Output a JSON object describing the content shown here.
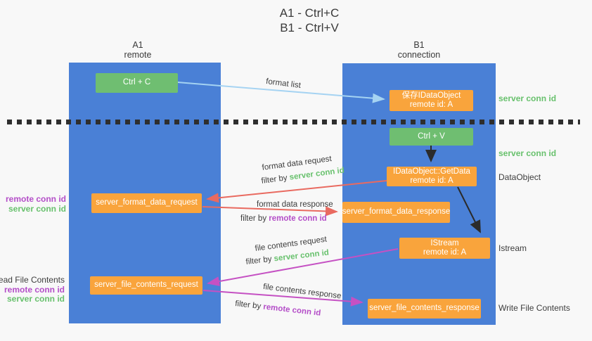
{
  "title": {
    "line1": "A1 - Ctrl+C",
    "line2": "B1 - Ctrl+V"
  },
  "lifelines": {
    "left": {
      "name": "A1",
      "role": "remote"
    },
    "right": {
      "name": "B1",
      "role": "connection"
    }
  },
  "boxes": {
    "ctrl_c": {
      "label": "Ctrl + C"
    },
    "save_dataobject": {
      "line1": "保存IDataObject",
      "line2": "remote id: A"
    },
    "ctrl_v": {
      "label": "Ctrl + V"
    },
    "getdata": {
      "line1": "IDataObject::GetData",
      "line2": "remote id: A"
    },
    "format_request": {
      "label": "server_format_data_request"
    },
    "format_response": {
      "label": "server_format_data_response"
    },
    "istream": {
      "line1": "IStream",
      "line2": "remote id: A"
    },
    "file_request": {
      "label": "server_file_contents_request"
    },
    "file_response": {
      "label": "server_file_contents_response"
    }
  },
  "terms": {
    "filter_by": "filter by",
    "server_conn_id": "server conn id",
    "remote_conn_id": "remote conn id"
  },
  "flow_labels": {
    "format_list": "format list",
    "format_data_request": "format data request",
    "format_data_response": "format data response",
    "file_contents_request": "file contents request",
    "file_contents_response": "file contents response"
  },
  "side_labels": {
    "read_file_contents": "Read File Contents",
    "write_file_contents": "Write File Contents",
    "dataobject": "DataObject",
    "istream": "Istream"
  },
  "colors": {
    "lifeline_blue": "#4a80d6",
    "action_green": "#6fbe71",
    "message_orange": "#f9a43c",
    "arrow_blue": "#a5d3f2",
    "arrow_red": "#e96a60",
    "arrow_magenta": "#c551c3",
    "arrow_black": "#2b2b2b",
    "term_green": "#68c16d",
    "term_purple": "#b44ec8",
    "text_dark": "#3d3d3d",
    "background": "#f8f8f8"
  }
}
